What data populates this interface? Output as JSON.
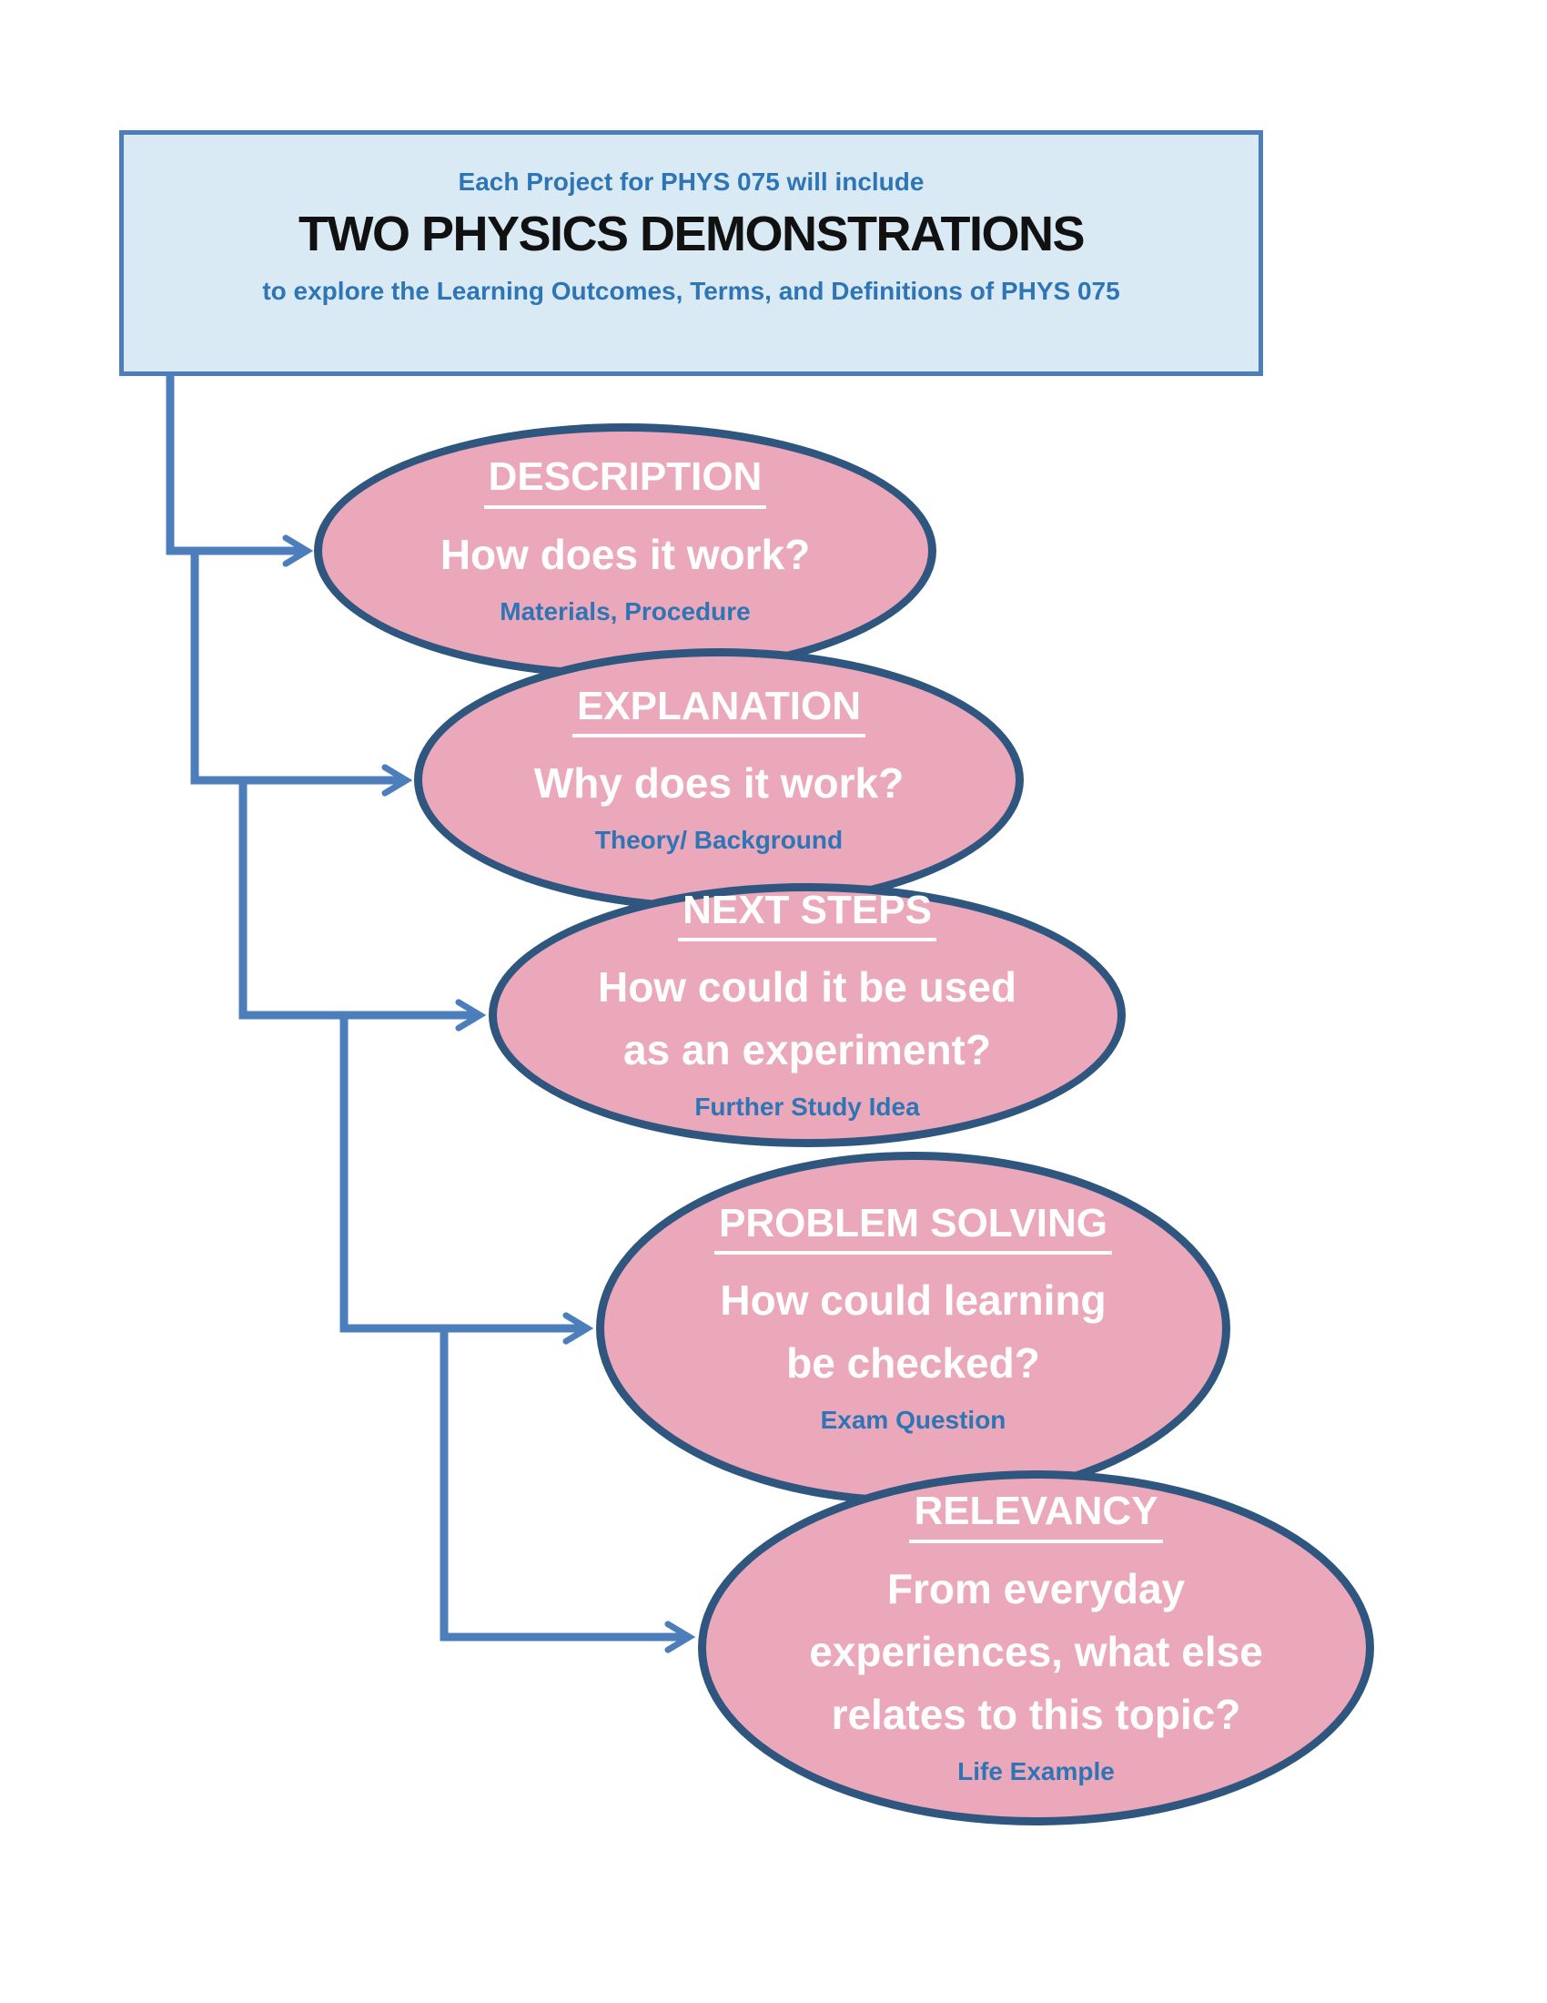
{
  "header": {
    "intro": "Each Project for PHYS 075 will include",
    "title": "TWO PHYSICS DEMONSTRATIONS",
    "subtitle": "to explore the Learning Outcomes, Terms, and Definitions of PHYS 075"
  },
  "ellipses": [
    {
      "title": "DESCRIPTION",
      "question": "How does it work?",
      "question_lines": [
        "How does it work?"
      ],
      "subtext": "Materials, Procedure"
    },
    {
      "title": "EXPLANATION",
      "question": "Why does it work?",
      "question_lines": [
        "Why does it work?"
      ],
      "subtext": "Theory/ Background"
    },
    {
      "title": "NEXT STEPS",
      "question": "How could it be used as an experiment?",
      "question_lines": [
        "How could it be used",
        "as an experiment?"
      ],
      "subtext": "Further Study Idea"
    },
    {
      "title": "PROBLEM SOLVING",
      "question": "How could learning be checked?",
      "question_lines": [
        "How could learning",
        "be checked?"
      ],
      "subtext": "Exam Question"
    },
    {
      "title": "RELEVANCY",
      "question": "From everyday experiences, what else relates to this topic?",
      "question_lines": [
        "From everyday",
        "experiences, what else",
        "relates to this topic?"
      ],
      "subtext": "Life Example"
    }
  ],
  "colors": {
    "page-bg": "#ffffff",
    "header-fill": "#daeaf5",
    "header-border": "#4d7ebc",
    "header-text-blue": "#2e75b6",
    "header-title-black": "#111111",
    "ellipse-fill": "#eaa8ba",
    "ellipse-border": "#2f567f",
    "ellipse-text-white": "#ffffff",
    "subtext-blue": "#2e75b6",
    "connector": "#4d7ebc"
  }
}
